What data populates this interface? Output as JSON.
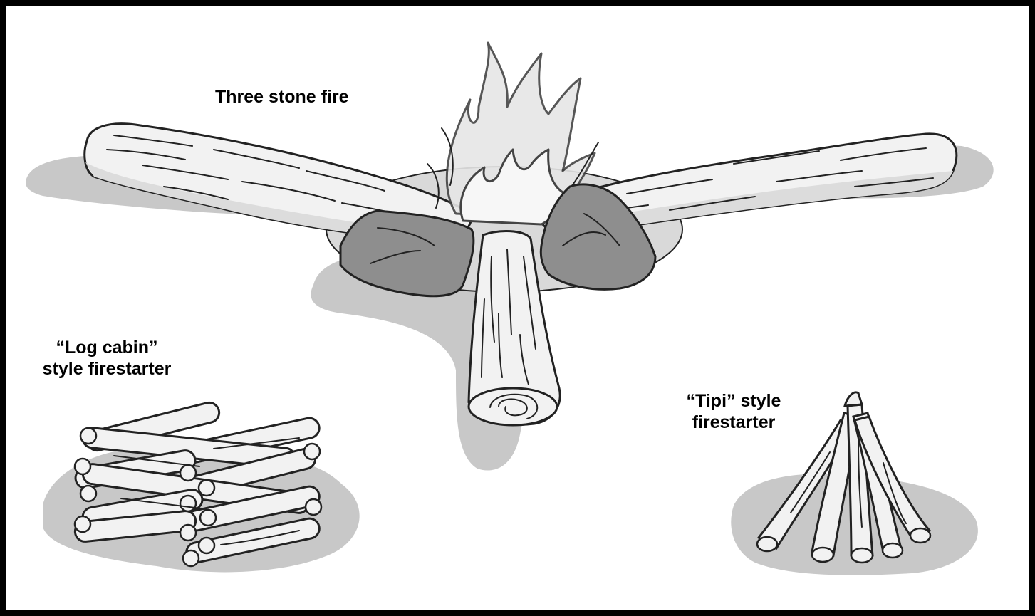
{
  "labels": {
    "three_stone": "Three stone fire",
    "log_cabin_line1": "“Log cabin”",
    "log_cabin_line2": "style firestarter",
    "tipi_line1": "“Tipi” style",
    "tipi_line2": "firestarter"
  },
  "colors": {
    "border": "#000000",
    "shadow": "#c8c8c8",
    "wood_fill": "#f2f2f2",
    "wood_shade": "#dcdcdc",
    "stone": "#8e8e8e",
    "outline": "#222222"
  }
}
